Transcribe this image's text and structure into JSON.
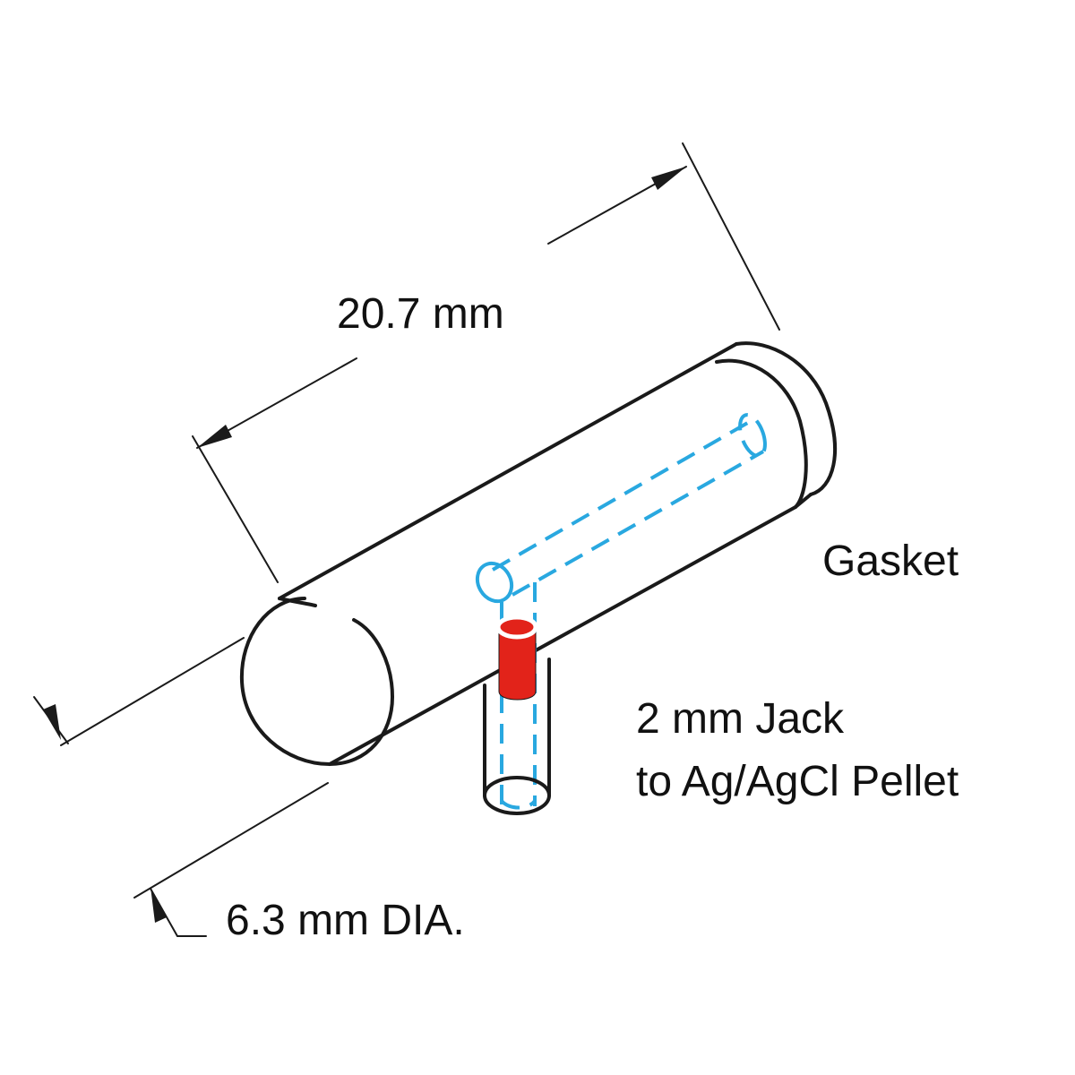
{
  "labels": {
    "length": "20.7 mm",
    "gasket": "Gasket",
    "jack_line1": "2 mm Jack",
    "jack_line2": "to Ag/AgCl Pellet",
    "diameter": "6.3 mm DIA."
  },
  "colors": {
    "outline": "#1a1a1a",
    "hidden_channel": "#29a8e0",
    "jack_plug": "#e2231a"
  }
}
